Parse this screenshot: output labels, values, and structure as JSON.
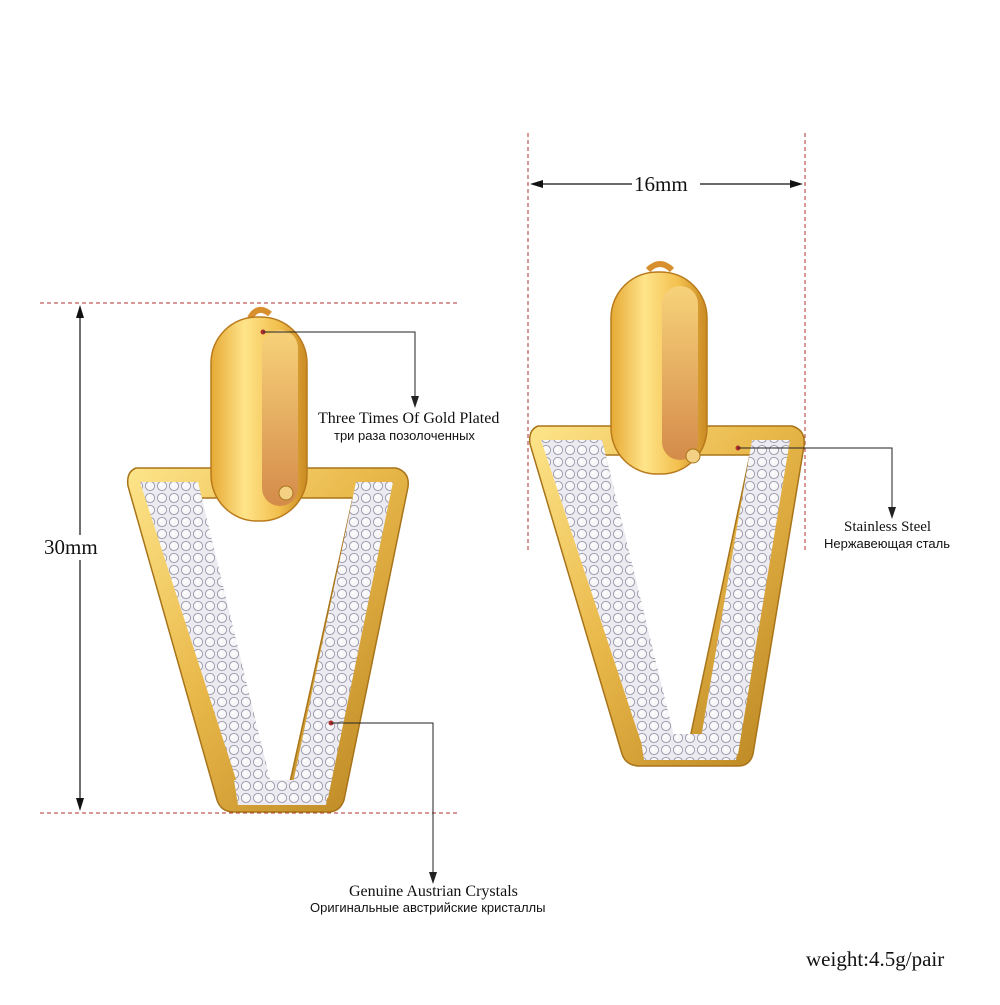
{
  "dimensions": {
    "height_label": "30mm",
    "width_label": "16mm"
  },
  "callouts": {
    "gold_plated_en": "Three Times Of Gold Plated",
    "gold_plated_ru": "три раза позолоченных",
    "steel_en": "Stainless Steel",
    "steel_ru": "Нержавеющая сталь",
    "crystals_en": "Genuine Austrian Crystals",
    "crystals_ru": "Оригинальные австрийские кристаллы"
  },
  "weight_label": "weight:4.5g/pair",
  "colors": {
    "gold": "#e9b84a",
    "gold_light": "#fde58a",
    "gold_dark": "#b7821f",
    "pave": "#e7e4ee",
    "guide_red": "#b03030",
    "callout_line": "#222222"
  }
}
